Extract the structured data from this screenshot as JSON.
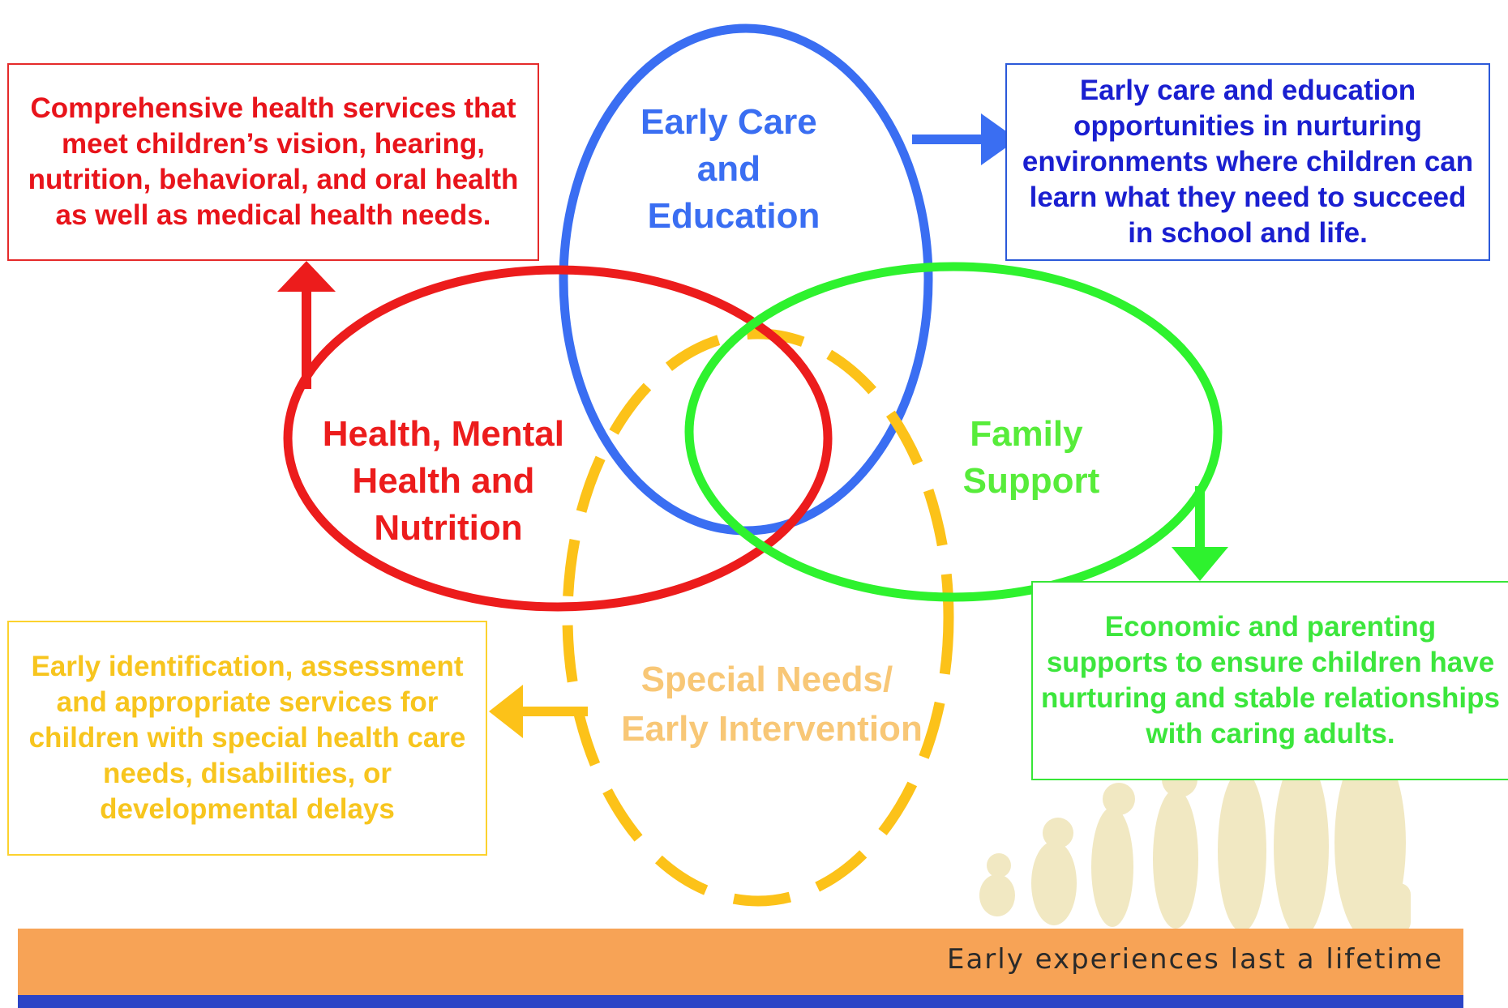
{
  "circles": {
    "early_care": {
      "label_lines": [
        "Early Care",
        "and",
        "Education"
      ],
      "color": "#3a6ef2"
    },
    "health": {
      "label_lines": [
        "Health, Mental",
        "Health and",
        "Nutrition"
      ],
      "color": "#ec1c1c"
    },
    "family": {
      "label_lines": [
        "Family",
        "Support"
      ],
      "color": "#2ef22e"
    },
    "special": {
      "label_lines": [
        "Special Needs/",
        "Early Intervention"
      ],
      "color": "#fcc219"
    }
  },
  "boxes": {
    "health": "Comprehensive health services that meet children’s vision, hearing, nutrition, behavioral, and oral health as well as medical health needs.",
    "early_care": "Early care and education opportunities in nurturing environments where children can learn what they need to succeed in school and life.",
    "family": "Economic and parenting supports to ensure children have nurturing and stable relationships with caring adults.",
    "special": "Early identification, assessment and appropriate services for children with special health care needs, disabilities, or developmental delays"
  },
  "banner": {
    "tagline": "Early experiences last a lifetime",
    "top_color": "#f7a356",
    "bottom_color": "#2b44c6"
  },
  "icons": [
    "arrow-right-icon",
    "arrow-up-icon",
    "arrow-down-icon",
    "arrow-left-icon",
    "children-silhouette-icon"
  ]
}
